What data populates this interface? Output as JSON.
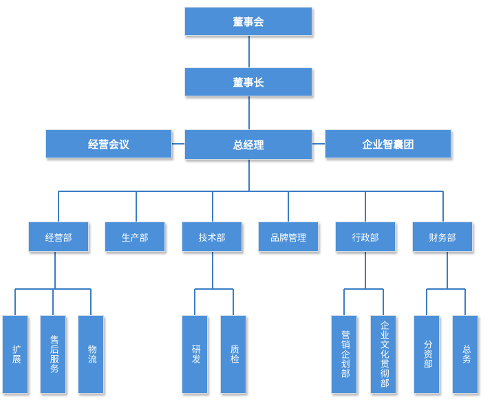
{
  "org": {
    "board": "董事会",
    "chairman": "董事长",
    "ceo": "总经理",
    "ceo_left": "经营会议",
    "ceo_right": "企业智囊团",
    "departments": [
      {
        "label": "经营部",
        "children": [
          "扩展",
          "售后服务",
          "物流"
        ]
      },
      {
        "label": "生产部",
        "children": []
      },
      {
        "label": "技术部",
        "children": [
          "研发",
          "质检"
        ]
      },
      {
        "label": "品牌管理",
        "children": []
      },
      {
        "label": "行政部",
        "children": [
          "营销企划部",
          "企业文化贯彻部"
        ]
      },
      {
        "label": "财务部",
        "children": [
          "分资部",
          "总务"
        ]
      }
    ]
  },
  "colors": {
    "node_fill": "#4b90d9",
    "connector": "#3a7cc4"
  }
}
